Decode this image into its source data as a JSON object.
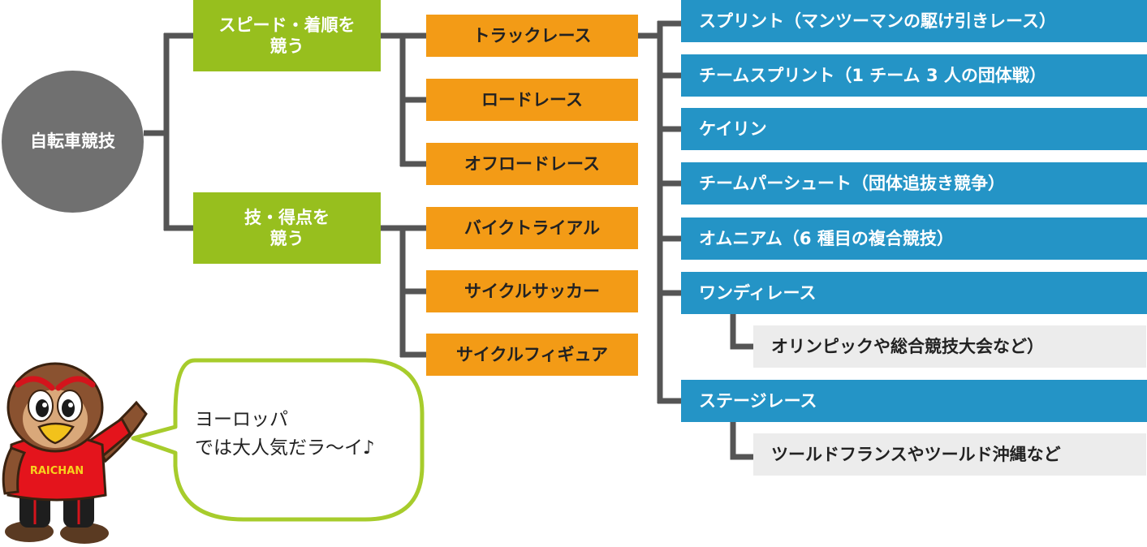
{
  "root": {
    "label": "自転車競技"
  },
  "categories": [
    {
      "line1": "スピード・着順を",
      "line2": "競う"
    },
    {
      "line1": "技・得点を",
      "line2": "競う"
    }
  ],
  "speed_events": [
    "トラックレース",
    "ロードレース",
    "オフロードレース"
  ],
  "skill_events": [
    "バイクトライアル",
    "サイクルサッカー",
    "サイクルフィギュア"
  ],
  "track_events": [
    "スプリント（マンツーマンの駆け引きレース）",
    "チームスプリント（1 チーム 3 人の団体戦）",
    "ケイリン",
    "チームパーシュート（団体追抜き競争）",
    "オムニアム（6 種目の複合競技）",
    "ワンディレース",
    "ステージレース"
  ],
  "sub_notes": {
    "oneday": "オリンピックや総合競技大会など）",
    "stage": "ツールドフランスやツールド沖縄など"
  },
  "mascot": {
    "shirt_text": "RAICHAN"
  },
  "speech_bubble": {
    "line1": "ヨーロッパ",
    "line2": "では大人気だラ〜イ♪"
  },
  "colors": {
    "root": "#707070",
    "category": "#97bf1e",
    "event": "#f39b16",
    "track": "#2494c6",
    "note": "#ececec",
    "lines": "#555555",
    "bubble_border": "#a7cc2c"
  }
}
